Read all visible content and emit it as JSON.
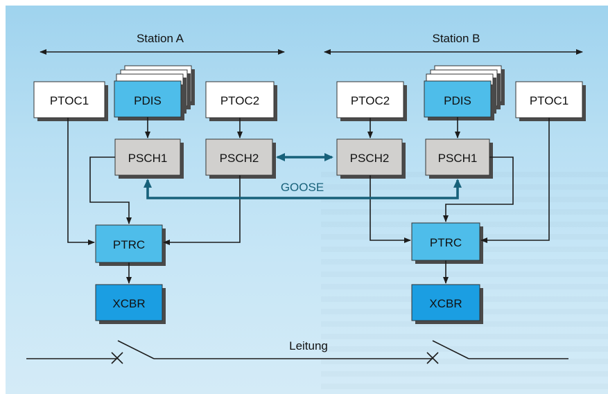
{
  "stations": [
    {
      "label": "Station A"
    },
    {
      "label": "Station B"
    }
  ],
  "nodes": {
    "a_ptoc1": "PTOC1",
    "a_pdis": "PDIS",
    "a_ptoc2": "PTOC2",
    "a_psch1": "PSCH1",
    "a_psch2": "PSCH2",
    "a_ptrc": "PTRC",
    "a_xcbr": "XCBR",
    "b_ptoc2": "PTOC2",
    "b_pdis": "PDIS",
    "b_ptoc1": "PTOC1",
    "b_psch2": "PSCH2",
    "b_psch1": "PSCH1",
    "b_ptrc": "PTRC",
    "b_xcbr": "XCBR"
  },
  "goose_label": "GOOSE",
  "line_label": "Leitung",
  "colors": {
    "background": "#b8dff3",
    "node_white": "#ffffff",
    "node_grey": "#d1d0ce",
    "node_light_blue": "#4ebdea",
    "node_blue": "#1b9ee2",
    "goose_arrow": "#17617a"
  }
}
